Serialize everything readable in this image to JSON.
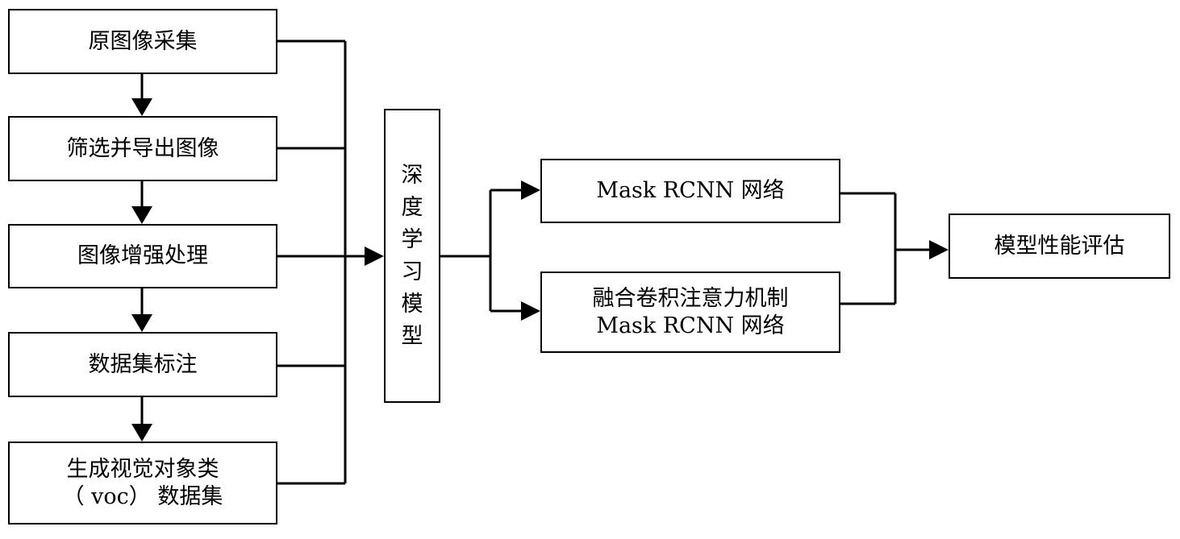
{
  "steps": [
    {
      "label": "原图像采集"
    },
    {
      "label": "筛选并导出图像"
    },
    {
      "label": "图像增强处理"
    },
    {
      "label": "数据集标注"
    },
    {
      "label_line1": "生成视觉对象类",
      "label_line2": "（ voc） 数据集"
    }
  ],
  "model": {
    "chars": [
      "深",
      "度",
      "学",
      "习",
      "模",
      "型"
    ]
  },
  "networks": [
    {
      "label": "Mask RCNN 网络"
    },
    {
      "label_line1": "融合卷积注意力机制",
      "label_line2": "Mask RCNN 网络"
    }
  ],
  "evaluation": {
    "label": "模型性能评估"
  }
}
